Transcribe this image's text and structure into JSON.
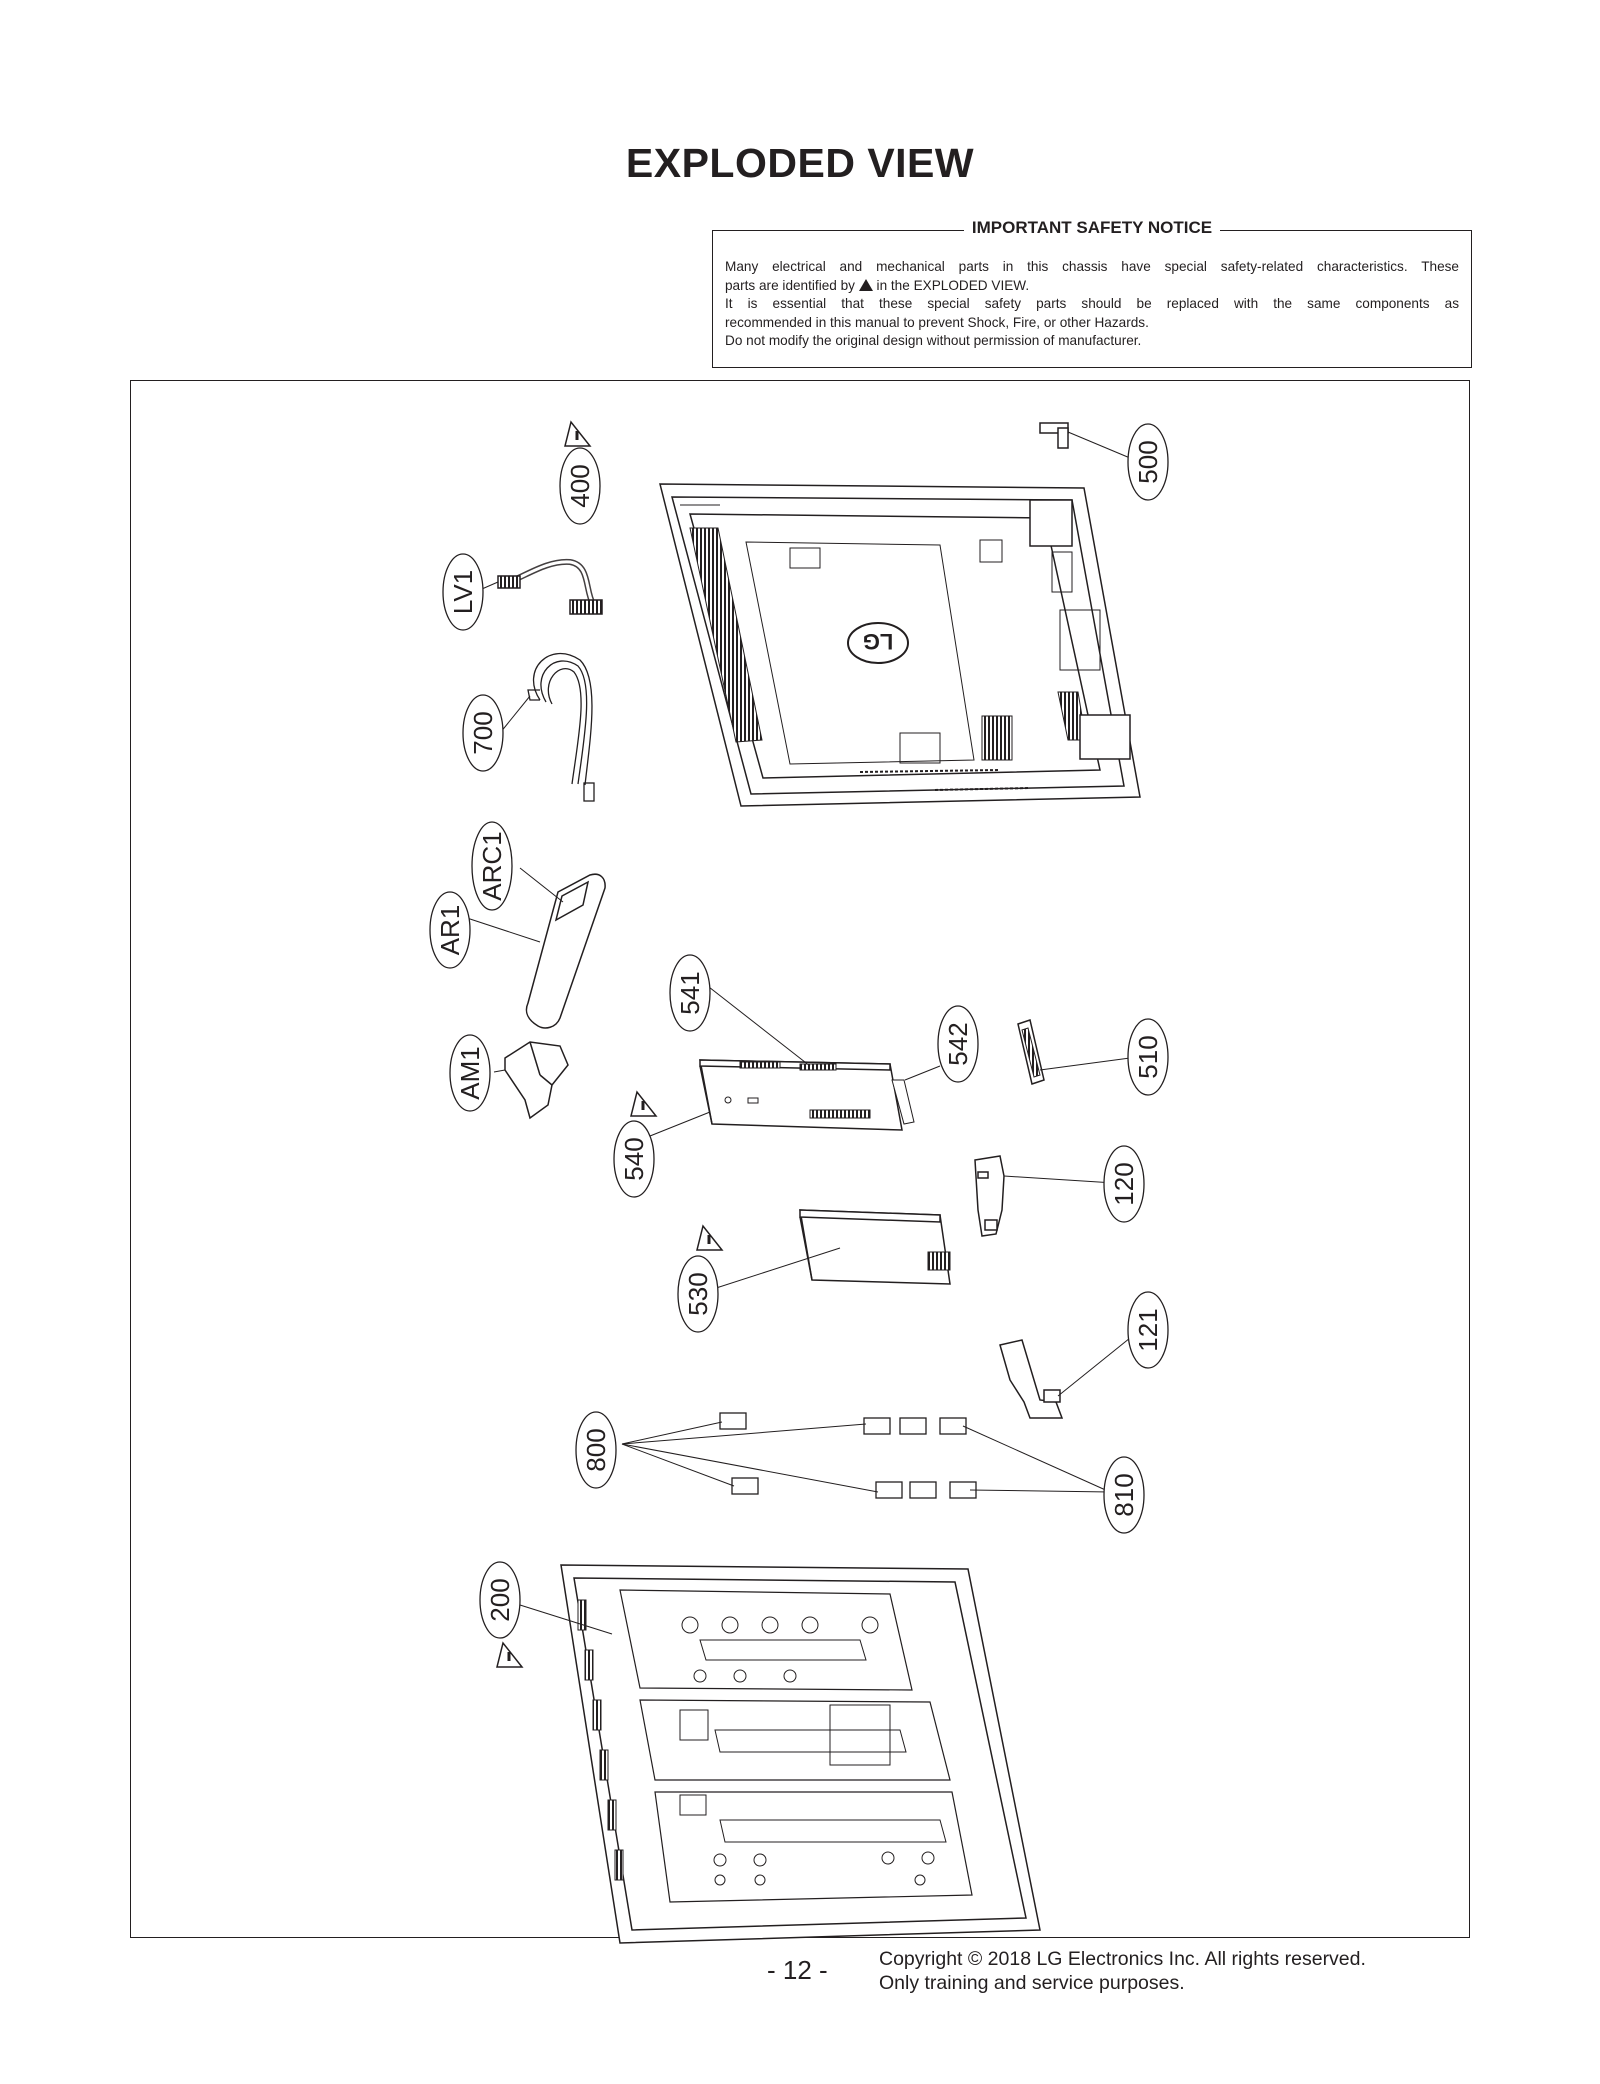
{
  "page": {
    "title": "EXPLODED VIEW",
    "page_number": "- 12 -",
    "copyright_line1": "Copyright © 2018 LG Electronics Inc. All rights reserved.",
    "copyright_line2": "Only training and service purposes."
  },
  "safety_notice": {
    "title": "IMPORTANT SAFETY NOTICE",
    "line1": "Many electrical and mechanical parts in this chassis have special safety-related characteristics. These",
    "line2_before": "parts are identified by",
    "line2_after": "in the EXPLODED VIEW.",
    "line3": "It is essential that these special safety parts should be replaced with the same components as",
    "line4": "recommended in this manual to prevent Shock, Fire, or other Hazards.",
    "line5": "Do not modify the original design without permission of manufacturer."
  },
  "parts": {
    "p400": "400",
    "p500": "500",
    "pLV1": "LV1",
    "p700": "700",
    "pARC1": "ARC1",
    "pAR1": "AR1",
    "p541": "541",
    "p542": "542",
    "p510": "510",
    "pAM1": "AM1",
    "p540": "540",
    "p120": "120",
    "p530": "530",
    "p121": "121",
    "p800": "800",
    "p810": "810",
    "p200": "200"
  },
  "icons": {
    "safety_mark": "warning-triangle-icon",
    "brand_logo": "LG"
  }
}
